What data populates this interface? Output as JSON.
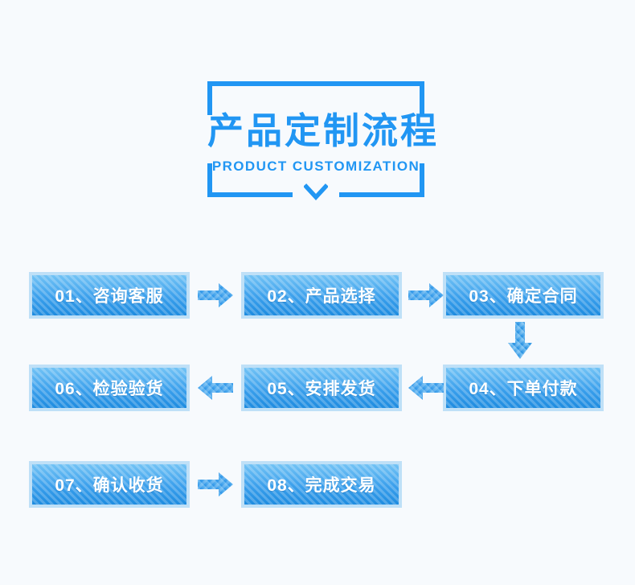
{
  "header": {
    "title_cn": "产品定制流程",
    "title_en": "PRODUCT CUSTOMIZATION",
    "accent_color": "#2196f3",
    "chevron_icon": "chevron-down-icon"
  },
  "theme": {
    "background": "#f7fafd",
    "box_fill_top": "#72c3f5",
    "box_fill_bottom": "#1e8ce0",
    "box_border": "#bfe0f7",
    "arrow_color": "#3a9fec",
    "label_color": "#ffffff"
  },
  "flow": {
    "steps": [
      {
        "id": "01",
        "label": "01、咨询客服",
        "row": 1,
        "col": 1
      },
      {
        "id": "02",
        "label": "02、产品选择",
        "row": 1,
        "col": 2
      },
      {
        "id": "03",
        "label": "03、确定合同",
        "row": 1,
        "col": 3
      },
      {
        "id": "04",
        "label": "04、下单付款",
        "row": 2,
        "col": 3
      },
      {
        "id": "05",
        "label": "05、安排发货",
        "row": 2,
        "col": 2
      },
      {
        "id": "06",
        "label": "06、检验验货",
        "row": 2,
        "col": 1
      },
      {
        "id": "07",
        "label": "07、确认收货",
        "row": 3,
        "col": 1
      },
      {
        "id": "08",
        "label": "08、完成交易",
        "row": 3,
        "col": 2
      }
    ],
    "connectors": [
      {
        "name": "arrow-right-01-to-02",
        "direction": "right"
      },
      {
        "name": "arrow-right-02-to-03",
        "direction": "right"
      },
      {
        "name": "arrow-down-03-to-04",
        "direction": "down"
      },
      {
        "name": "arrow-left-04-to-05",
        "direction": "left"
      },
      {
        "name": "arrow-left-05-to-06",
        "direction": "left"
      },
      {
        "name": "arrow-right-07-to-08",
        "direction": "right"
      }
    ]
  }
}
